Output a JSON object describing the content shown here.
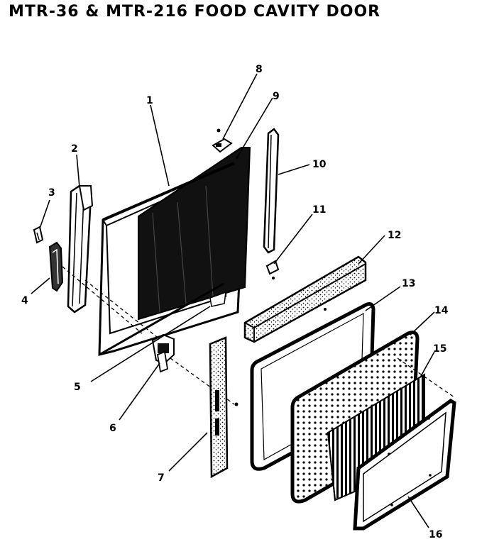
{
  "header": {
    "title": "MTR-36 & MTR-216 FOOD CAVITY DOOR",
    "top_fragment": "‒ ‒‒ ‒‒ ‒‒‒‒‒‒"
  },
  "callouts": [
    {
      "id": "1",
      "label": "1"
    },
    {
      "id": "2",
      "label": "2"
    },
    {
      "id": "3",
      "label": "3"
    },
    {
      "id": "4",
      "label": "4"
    },
    {
      "id": "5",
      "label": "5"
    },
    {
      "id": "6",
      "label": "6"
    },
    {
      "id": "7",
      "label": "7"
    },
    {
      "id": "8",
      "label": "8"
    },
    {
      "id": "9",
      "label": "9"
    },
    {
      "id": "10",
      "label": "10"
    },
    {
      "id": "11",
      "label": "11"
    },
    {
      "id": "12",
      "label": "12"
    },
    {
      "id": "13",
      "label": "13"
    },
    {
      "id": "14",
      "label": "14"
    },
    {
      "id": "15",
      "label": "15"
    },
    {
      "id": "16",
      "label": "16"
    }
  ],
  "colors": {
    "ink": "#000000",
    "paper": "#ffffff",
    "speckle": "#555555"
  }
}
